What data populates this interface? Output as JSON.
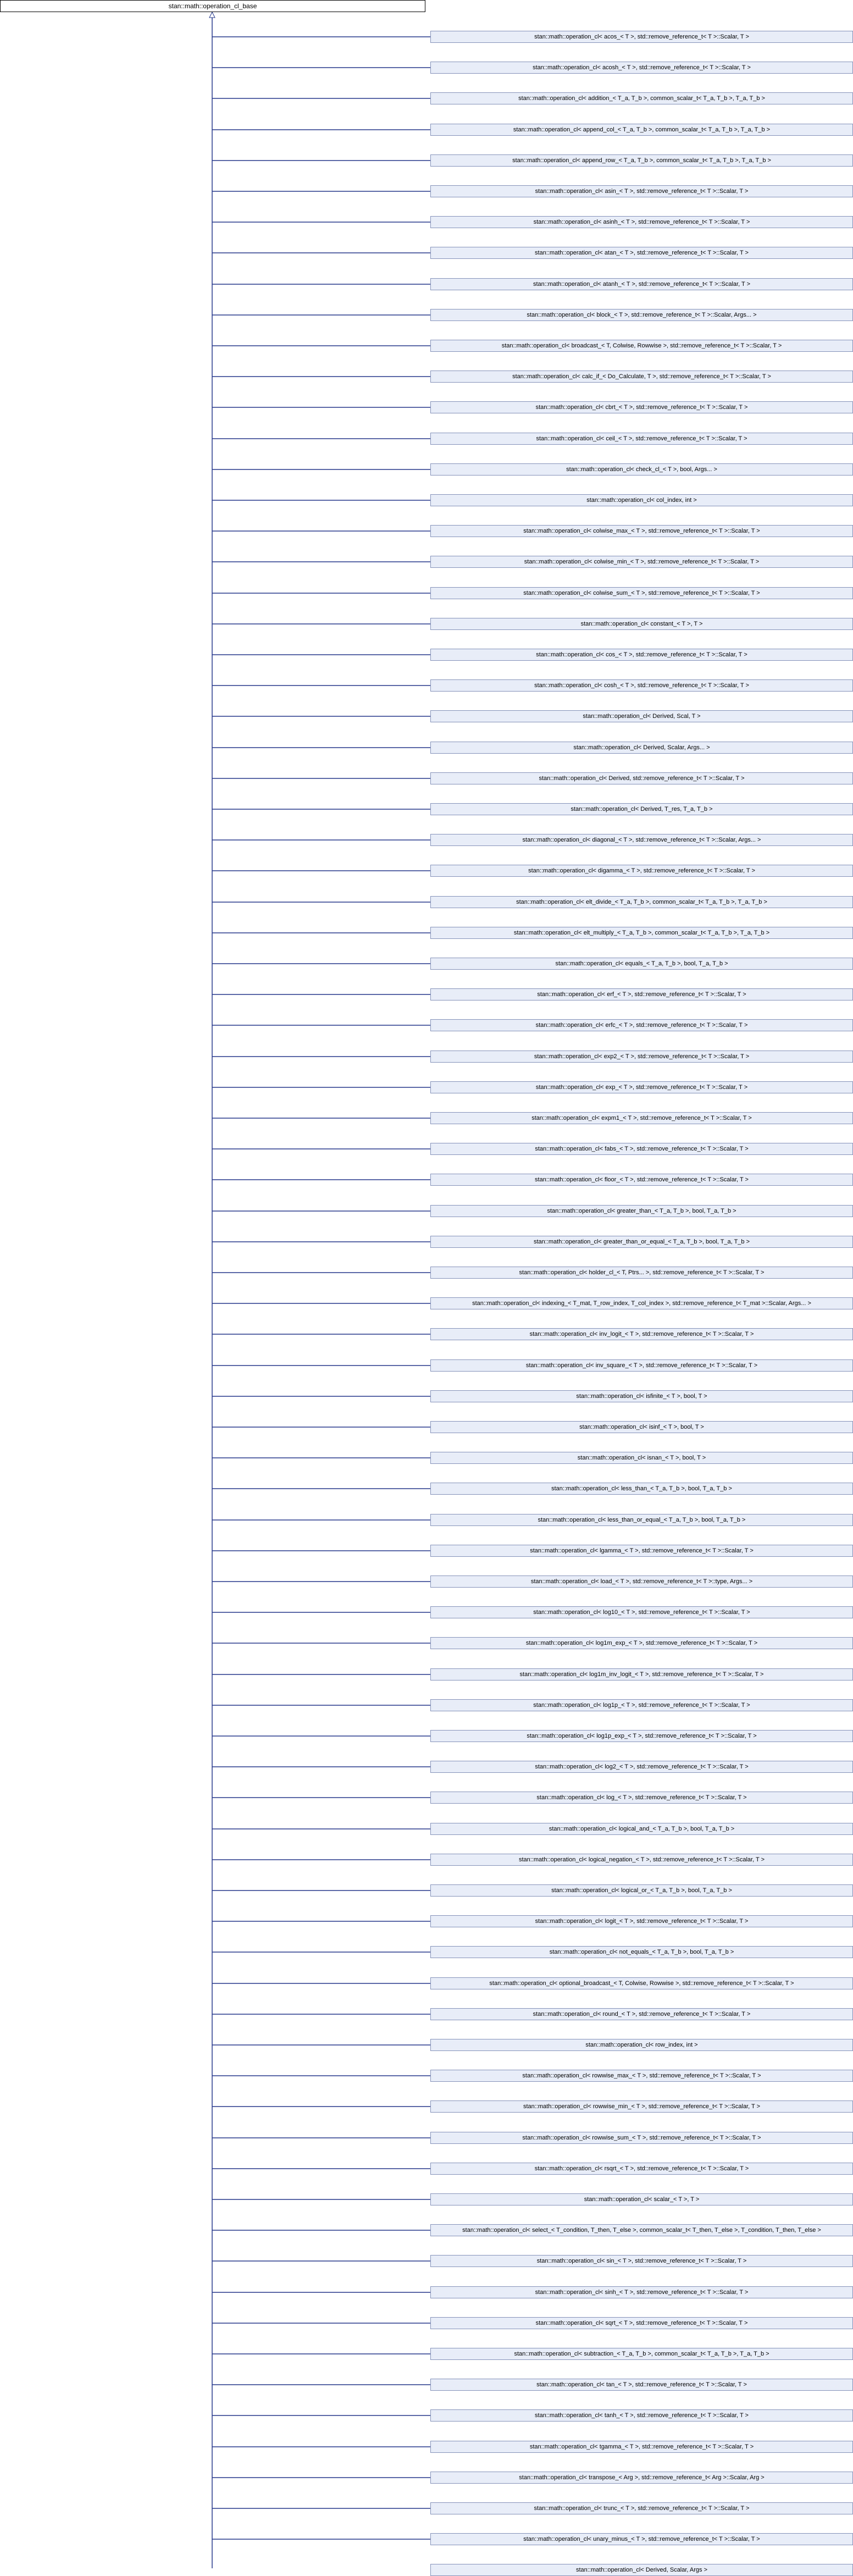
{
  "root": {
    "label": "stan::math::operation_cl_base"
  },
  "children": [
    "stan::math::operation_cl< acos_< T >, std::remove_reference_t< T >::Scalar, T >",
    "stan::math::operation_cl< acosh_< T >, std::remove_reference_t< T >::Scalar, T >",
    "stan::math::operation_cl< addition_< T_a, T_b >, common_scalar_t< T_a, T_b >, T_a, T_b >",
    "stan::math::operation_cl< append_col_< T_a, T_b >, common_scalar_t< T_a, T_b >, T_a, T_b >",
    "stan::math::operation_cl< append_row_< T_a, T_b >, common_scalar_t< T_a, T_b >, T_a, T_b >",
    "stan::math::operation_cl< asin_< T >, std::remove_reference_t< T >::Scalar, T >",
    "stan::math::operation_cl< asinh_< T >, std::remove_reference_t< T >::Scalar, T >",
    "stan::math::operation_cl< atan_< T >, std::remove_reference_t< T >::Scalar, T >",
    "stan::math::operation_cl< atanh_< T >, std::remove_reference_t< T >::Scalar, T >",
    "stan::math::operation_cl< block_< T >, std::remove_reference_t< T >::Scalar, Args... >",
    "stan::math::operation_cl< broadcast_< T, Colwise, Rowwise >, std::remove_reference_t< T >::Scalar, T >",
    "stan::math::operation_cl< calc_if_< Do_Calculate, T >, std::remove_reference_t< T >::Scalar, T >",
    "stan::math::operation_cl< cbrt_< T >, std::remove_reference_t< T >::Scalar, T >",
    "stan::math::operation_cl< ceil_< T >, std::remove_reference_t< T >::Scalar, T >",
    "stan::math::operation_cl< check_cl_< T >, bool, Args... >",
    "stan::math::operation_cl< col_index, int >",
    "stan::math::operation_cl< colwise_max_< T >, std::remove_reference_t< T >::Scalar, T >",
    "stan::math::operation_cl< colwise_min_< T >, std::remove_reference_t< T >::Scalar, T >",
    "stan::math::operation_cl< colwise_sum_< T >, std::remove_reference_t< T >::Scalar, T >",
    "stan::math::operation_cl< constant_< T >, T >",
    "stan::math::operation_cl< cos_< T >, std::remove_reference_t< T >::Scalar, T >",
    "stan::math::operation_cl< cosh_< T >, std::remove_reference_t< T >::Scalar, T >",
    "stan::math::operation_cl< Derived, Scal, T >",
    "stan::math::operation_cl< Derived, Scalar, Args... >",
    "stan::math::operation_cl< Derived, std::remove_reference_t< T >::Scalar, T >",
    "stan::math::operation_cl< Derived, T_res, T_a, T_b >",
    "stan::math::operation_cl< diagonal_< T >, std::remove_reference_t< T >::Scalar, Args... >",
    "stan::math::operation_cl< digamma_< T >, std::remove_reference_t< T >::Scalar, T >",
    "stan::math::operation_cl< elt_divide_< T_a, T_b >, common_scalar_t< T_a, T_b >, T_a, T_b >",
    "stan::math::operation_cl< elt_multiply_< T_a, T_b >, common_scalar_t< T_a, T_b >, T_a, T_b >",
    "stan::math::operation_cl< equals_< T_a, T_b >, bool, T_a, T_b >",
    "stan::math::operation_cl< erf_< T >, std::remove_reference_t< T >::Scalar, T >",
    "stan::math::operation_cl< erfc_< T >, std::remove_reference_t< T >::Scalar, T >",
    "stan::math::operation_cl< exp2_< T >, std::remove_reference_t< T >::Scalar, T >",
    "stan::math::operation_cl< exp_< T >, std::remove_reference_t< T >::Scalar, T >",
    "stan::math::operation_cl< expm1_< T >, std::remove_reference_t< T >::Scalar, T >",
    "stan::math::operation_cl< fabs_< T >, std::remove_reference_t< T >::Scalar, T >",
    "stan::math::operation_cl< floor_< T >, std::remove_reference_t< T >::Scalar, T >",
    "stan::math::operation_cl< greater_than_< T_a, T_b >, bool, T_a, T_b >",
    "stan::math::operation_cl< greater_than_or_equal_< T_a, T_b >, bool, T_a, T_b >",
    "stan::math::operation_cl< holder_cl_< T, Ptrs... >, std::remove_reference_t< T >::Scalar, T >",
    "stan::math::operation_cl< indexing_< T_mat, T_row_index, T_col_index >, std::remove_reference_t< T_mat >::Scalar, Args... >",
    "stan::math::operation_cl< inv_logit_< T >, std::remove_reference_t< T >::Scalar, T >",
    "stan::math::operation_cl< inv_square_< T >, std::remove_reference_t< T >::Scalar, T >",
    "stan::math::operation_cl< isfinite_< T >, bool, T >",
    "stan::math::operation_cl< isinf_< T >, bool, T >",
    "stan::math::operation_cl< isnan_< T >, bool, T >",
    "stan::math::operation_cl< less_than_< T_a, T_b >, bool, T_a, T_b >",
    "stan::math::operation_cl< less_than_or_equal_< T_a, T_b >, bool, T_a, T_b >",
    "stan::math::operation_cl< lgamma_< T >, std::remove_reference_t< T >::Scalar, T >",
    "stan::math::operation_cl< load_< T >, std::remove_reference_t< T >::type, Args... >",
    "stan::math::operation_cl< log10_< T >, std::remove_reference_t< T >::Scalar, T >",
    "stan::math::operation_cl< log1m_exp_< T >, std::remove_reference_t< T >::Scalar, T >",
    "stan::math::operation_cl< log1m_inv_logit_< T >, std::remove_reference_t< T >::Scalar, T >",
    "stan::math::operation_cl< log1p_< T >, std::remove_reference_t< T >::Scalar, T >",
    "stan::math::operation_cl< log1p_exp_< T >, std::remove_reference_t< T >::Scalar, T >",
    "stan::math::operation_cl< log2_< T >, std::remove_reference_t< T >::Scalar, T >",
    "stan::math::operation_cl< log_< T >, std::remove_reference_t< T >::Scalar, T >",
    "stan::math::operation_cl< logical_and_< T_a, T_b >, bool, T_a, T_b >",
    "stan::math::operation_cl< logical_negation_< T >, std::remove_reference_t< T >::Scalar, T >",
    "stan::math::operation_cl< logical_or_< T_a, T_b >, bool, T_a, T_b >",
    "stan::math::operation_cl< logit_< T >, std::remove_reference_t< T >::Scalar, T >",
    "stan::math::operation_cl< not_equals_< T_a, T_b >, bool, T_a, T_b >",
    "stan::math::operation_cl< optional_broadcast_< T, Colwise, Rowwise >, std::remove_reference_t< T >::Scalar, T >",
    "stan::math::operation_cl< round_< T >, std::remove_reference_t< T >::Scalar, T >",
    "stan::math::operation_cl< row_index, int >",
    "stan::math::operation_cl< rowwise_max_< T >, std::remove_reference_t< T >::Scalar, T >",
    "stan::math::operation_cl< rowwise_min_< T >, std::remove_reference_t< T >::Scalar, T >",
    "stan::math::operation_cl< rowwise_sum_< T >, std::remove_reference_t< T >::Scalar, T >",
    "stan::math::operation_cl< rsqrt_< T >, std::remove_reference_t< T >::Scalar, T >",
    "stan::math::operation_cl< scalar_< T >, T >",
    "stan::math::operation_cl< select_< T_condition, T_then, T_else >, common_scalar_t< T_then, T_else >, T_condition, T_then, T_else >",
    "stan::math::operation_cl< sin_< T >, std::remove_reference_t< T >::Scalar, T >",
    "stan::math::operation_cl< sinh_< T >, std::remove_reference_t< T >::Scalar, T >",
    "stan::math::operation_cl< sqrt_< T >, std::remove_reference_t< T >::Scalar, T >",
    "stan::math::operation_cl< subtraction_< T_a, T_b >, common_scalar_t< T_a, T_b >, T_a, T_b >",
    "stan::math::operation_cl< tan_< T >, std::remove_reference_t< T >::Scalar, T >",
    "stan::math::operation_cl< tanh_< T >, std::remove_reference_t< T >::Scalar, T >",
    "stan::math::operation_cl< tgamma_< T >, std::remove_reference_t< T >::Scalar, T >",
    "stan::math::operation_cl< transpose_< Arg >, std::remove_reference_t< Arg >::Scalar, Arg >",
    "stan::math::operation_cl< trunc_< T >, std::remove_reference_t< T >::Scalar, T >",
    "stan::math::operation_cl< unary_minus_< T >, std::remove_reference_t< T >::Scalar, T >",
    "stan::math::operation_cl< Derived, Scalar, Args >"
  ],
  "colors": {
    "node_fill": "#e8edf8",
    "node_border": "#8592b9",
    "edge": "#25378a",
    "root_border": "#000000"
  }
}
